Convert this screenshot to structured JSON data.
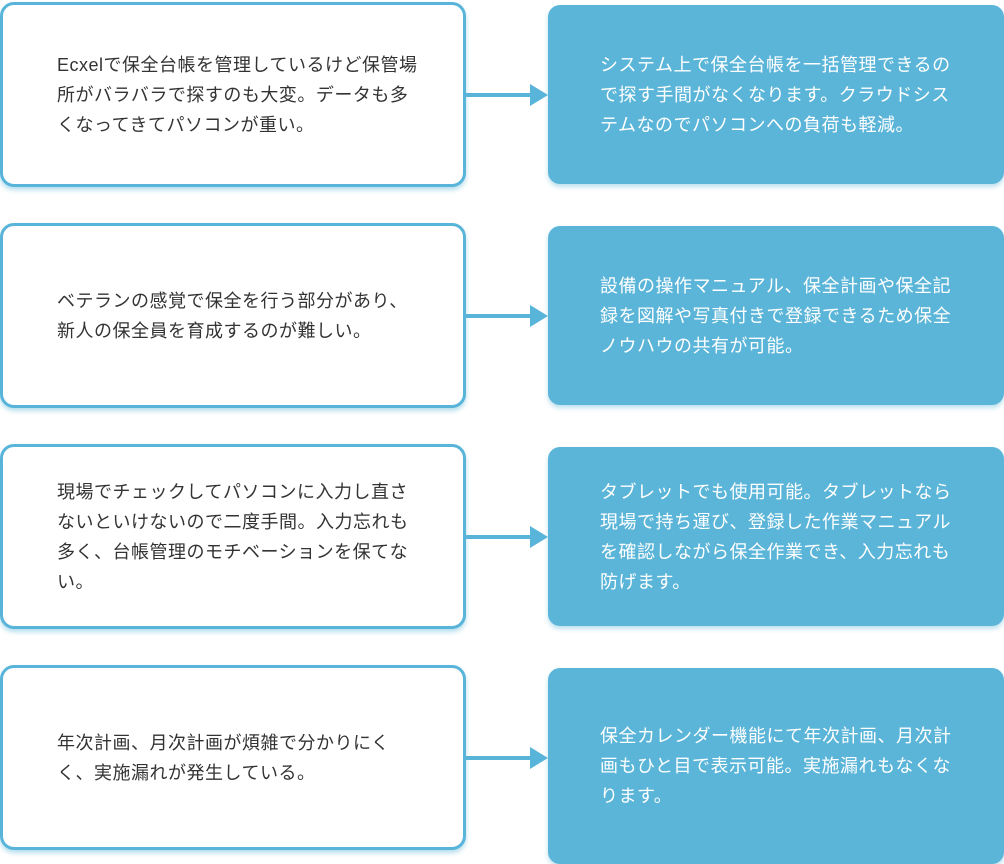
{
  "diagram": {
    "accent_color": "#5bb5d8",
    "border_color": "#59b4d9",
    "problem_text_color": "#333333",
    "solution_text_color": "#ffffff",
    "connector_icon": "arrow-right-icon",
    "rows": [
      {
        "problem": "Ecxelで保全台帳を管理しているけど保管場\n所がバラバラで探すのも大変。データも多\nくなってきてパソコンが重い。",
        "solution": "システム上で保全台帳を一括管理できるの\nで探す手間がなくなります。クラウドシス\nテムなのでパソコンへの負荷も軽減。"
      },
      {
        "problem": "ベテランの感覚で保全を行う部分があり、\n新人の保全員を育成するのが難しい。",
        "solution": "設備の操作マニュアル、保全計画や保全記\n録を図解や写真付きで登録できるため保全\nノウハウの共有が可能。"
      },
      {
        "problem": "現場でチェックしてパソコンに入力し直さ\nないといけないので二度手間。入力忘れも\n多く、台帳管理のモチベーションを保てな\nい。",
        "solution": "タブレットでも使用可能。タブレットなら\n現場で持ち運び、登録した作業マニュアル\nを確認しながら保全作業でき、入力忘れも\n防げます。"
      },
      {
        "problem": "年次計画、月次計画が煩雑で分かりにく\nく、実施漏れが発生している。",
        "solution": "保全カレンダー機能にて年次計画、月次計\n画もひと目で表示可能。実施漏れもなくな\nります。"
      }
    ]
  }
}
